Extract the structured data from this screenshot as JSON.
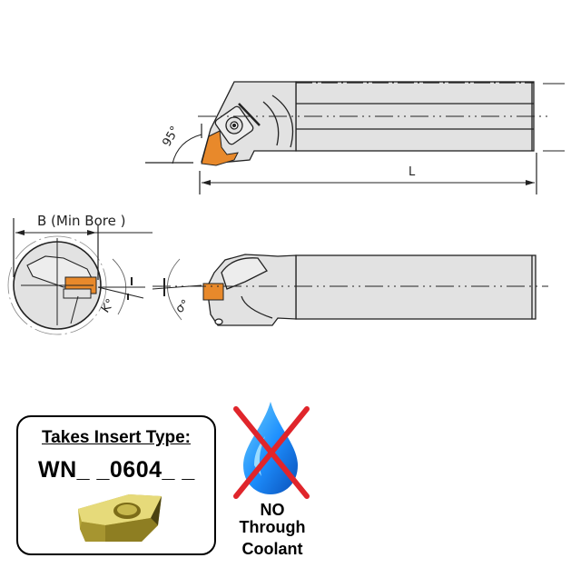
{
  "drawing": {
    "top_view": {
      "angle_label": "95°",
      "length_label": "L"
    },
    "end_view": {
      "min_bore_label": "B  (Min Bore )",
      "kappa_label": "K°",
      "sigma_label": "σ°"
    },
    "colors": {
      "insert": "#E8892B",
      "body": "#E2E2E2",
      "outline": "#222222"
    }
  },
  "insert_box": {
    "title": "Takes Insert Type:",
    "code": "WN_ _0604_ _",
    "insert_color": "#C9B84A"
  },
  "coolant": {
    "line1": "NO",
    "line2": "Through",
    "line3": "Coolant",
    "drop_color": "#1E90FF",
    "cross_color": "#E0252B"
  }
}
